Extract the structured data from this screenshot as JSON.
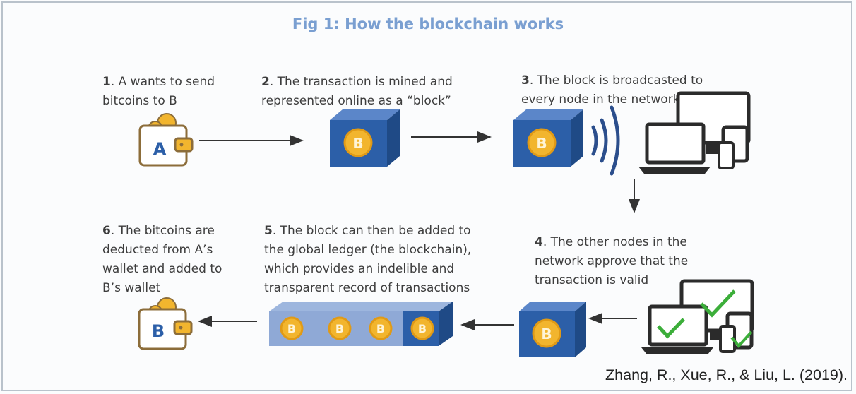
{
  "title": "Fig 1: How the blockchain works",
  "steps": [
    {
      "num": "1",
      "text": ". A wants to send\nbitcoins to B"
    },
    {
      "num": "2",
      "text": ". The transaction is mined and\nrepresented online as a “block”"
    },
    {
      "num": "3",
      "text": ". The block is broadcasted to\nevery node in the network"
    },
    {
      "num": "4",
      "text": ". The other nodes in the\nnetwork approve that the\ntransaction is valid"
    },
    {
      "num": "5",
      "text": ". The block can then be added to\nthe global ledger (the blockchain),\nwhich provides an indelible and\ntransparent record of transactions"
    },
    {
      "num": "6",
      "text": ". The bitcoins are\ndeducted from A’s\nwallet and added to\nB’s wallet"
    }
  ],
  "wallets": {
    "a": "A",
    "b": "B"
  },
  "coin_symbol": "B",
  "citation": "Zhang, R., Xue, R., & Liu, L. (2019).",
  "colors": {
    "title": "#7a9fd1",
    "block_front": "#2c5fa8",
    "block_side": "#1f4a86",
    "block_top": "#5b86c9",
    "coin": "#f2b52e",
    "wallet": "#8c6d3a",
    "check": "#3cae3a",
    "signal": "#2b4e8c"
  }
}
